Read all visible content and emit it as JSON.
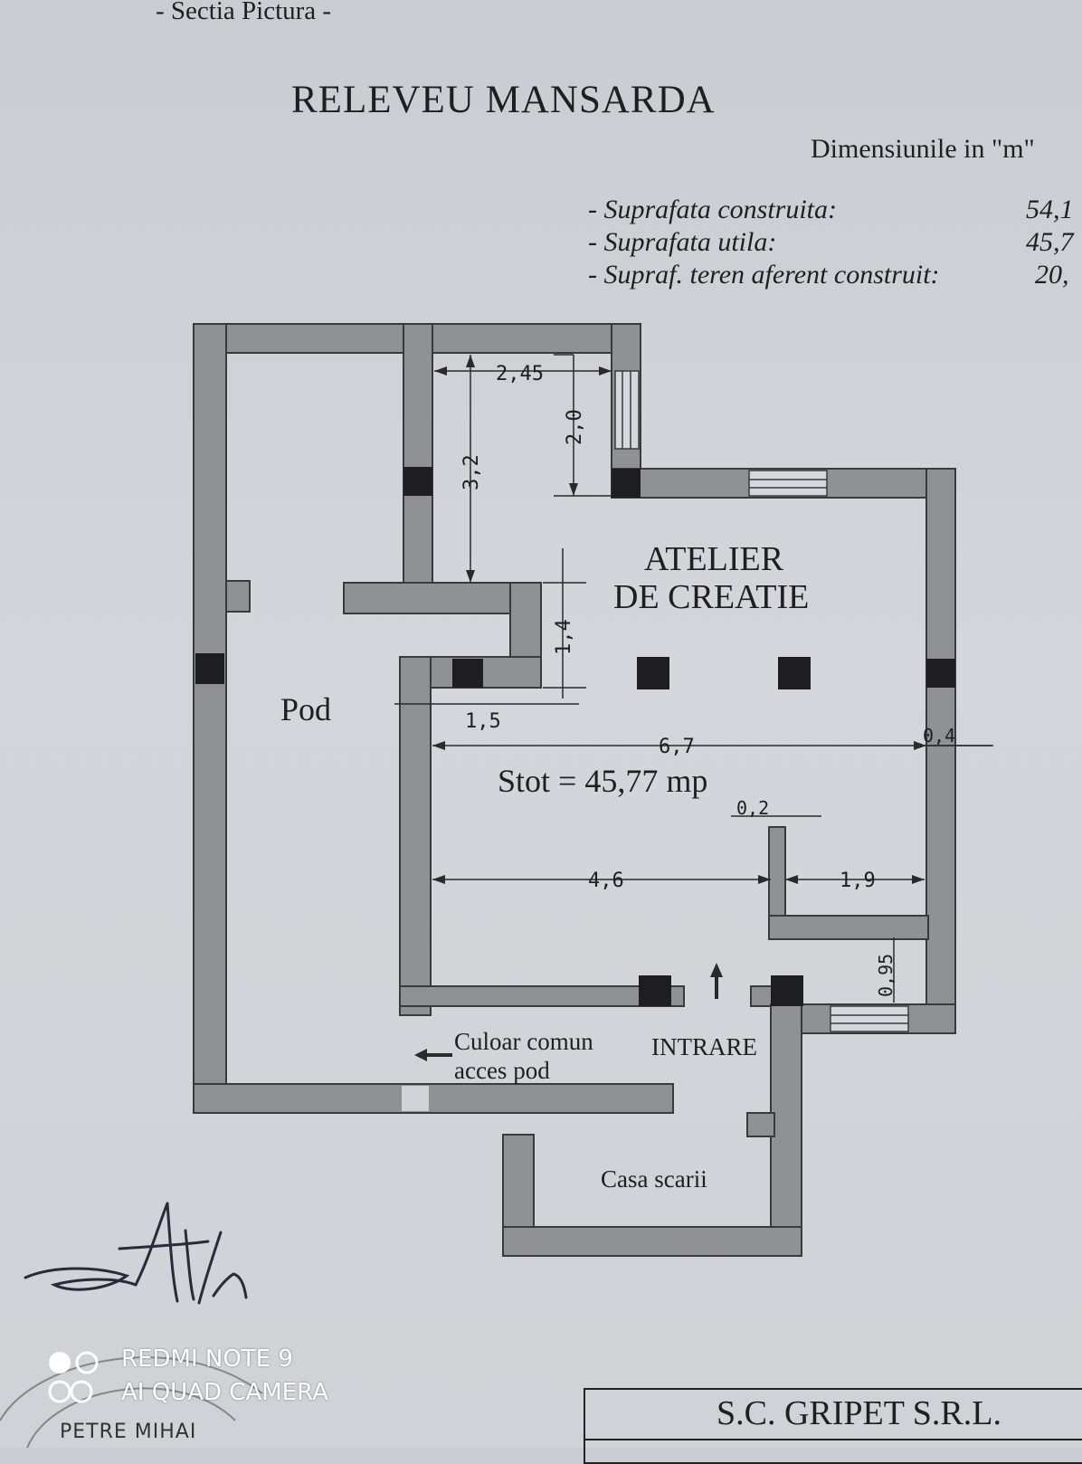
{
  "header": {
    "section": "- Sectia Pictura -",
    "title": "RELEVEU MANSARDA",
    "units_note": "Dimensiunile in \"m\""
  },
  "areas": [
    {
      "label": "- Suprafata construita:",
      "value": "54,1"
    },
    {
      "label": "- Suprafata utila:",
      "value": "45,7"
    },
    {
      "label": "- Supraf. teren aferent construit:",
      "value": "20,"
    }
  ],
  "plan": {
    "rooms": {
      "atelier_line1": "ATELIER",
      "atelier_line2": "DE CREATIE",
      "pod": "Pod",
      "culoar_line1": "Culoar comun",
      "culoar_line2": "acces pod",
      "intrare": "INTRARE",
      "casa_scarii": "Casa scarii"
    },
    "total_area": "Stot = 45,77 mp",
    "dimensions": {
      "d_245": "2,45",
      "d_20": "2,0",
      "d_32": "3,2",
      "d_14": "1,4",
      "d_15": "1,5",
      "d_67": "6,7",
      "d_04": "0,4",
      "d_02": "0,2",
      "d_46": "4,6",
      "d_19": "1,9",
      "d_095": "0,95"
    },
    "colors": {
      "wall_fill": "#8f9193",
      "wall_stroke": "#3a3a3c",
      "column": "#1e1e20"
    }
  },
  "stamp": {
    "company": "S.C. GRIPET S.R.L.",
    "seal_name": "PETRE MIHAI"
  },
  "watermark": {
    "line1": "REDMI NOTE 9",
    "line2": "AI QUAD CAMERA"
  }
}
